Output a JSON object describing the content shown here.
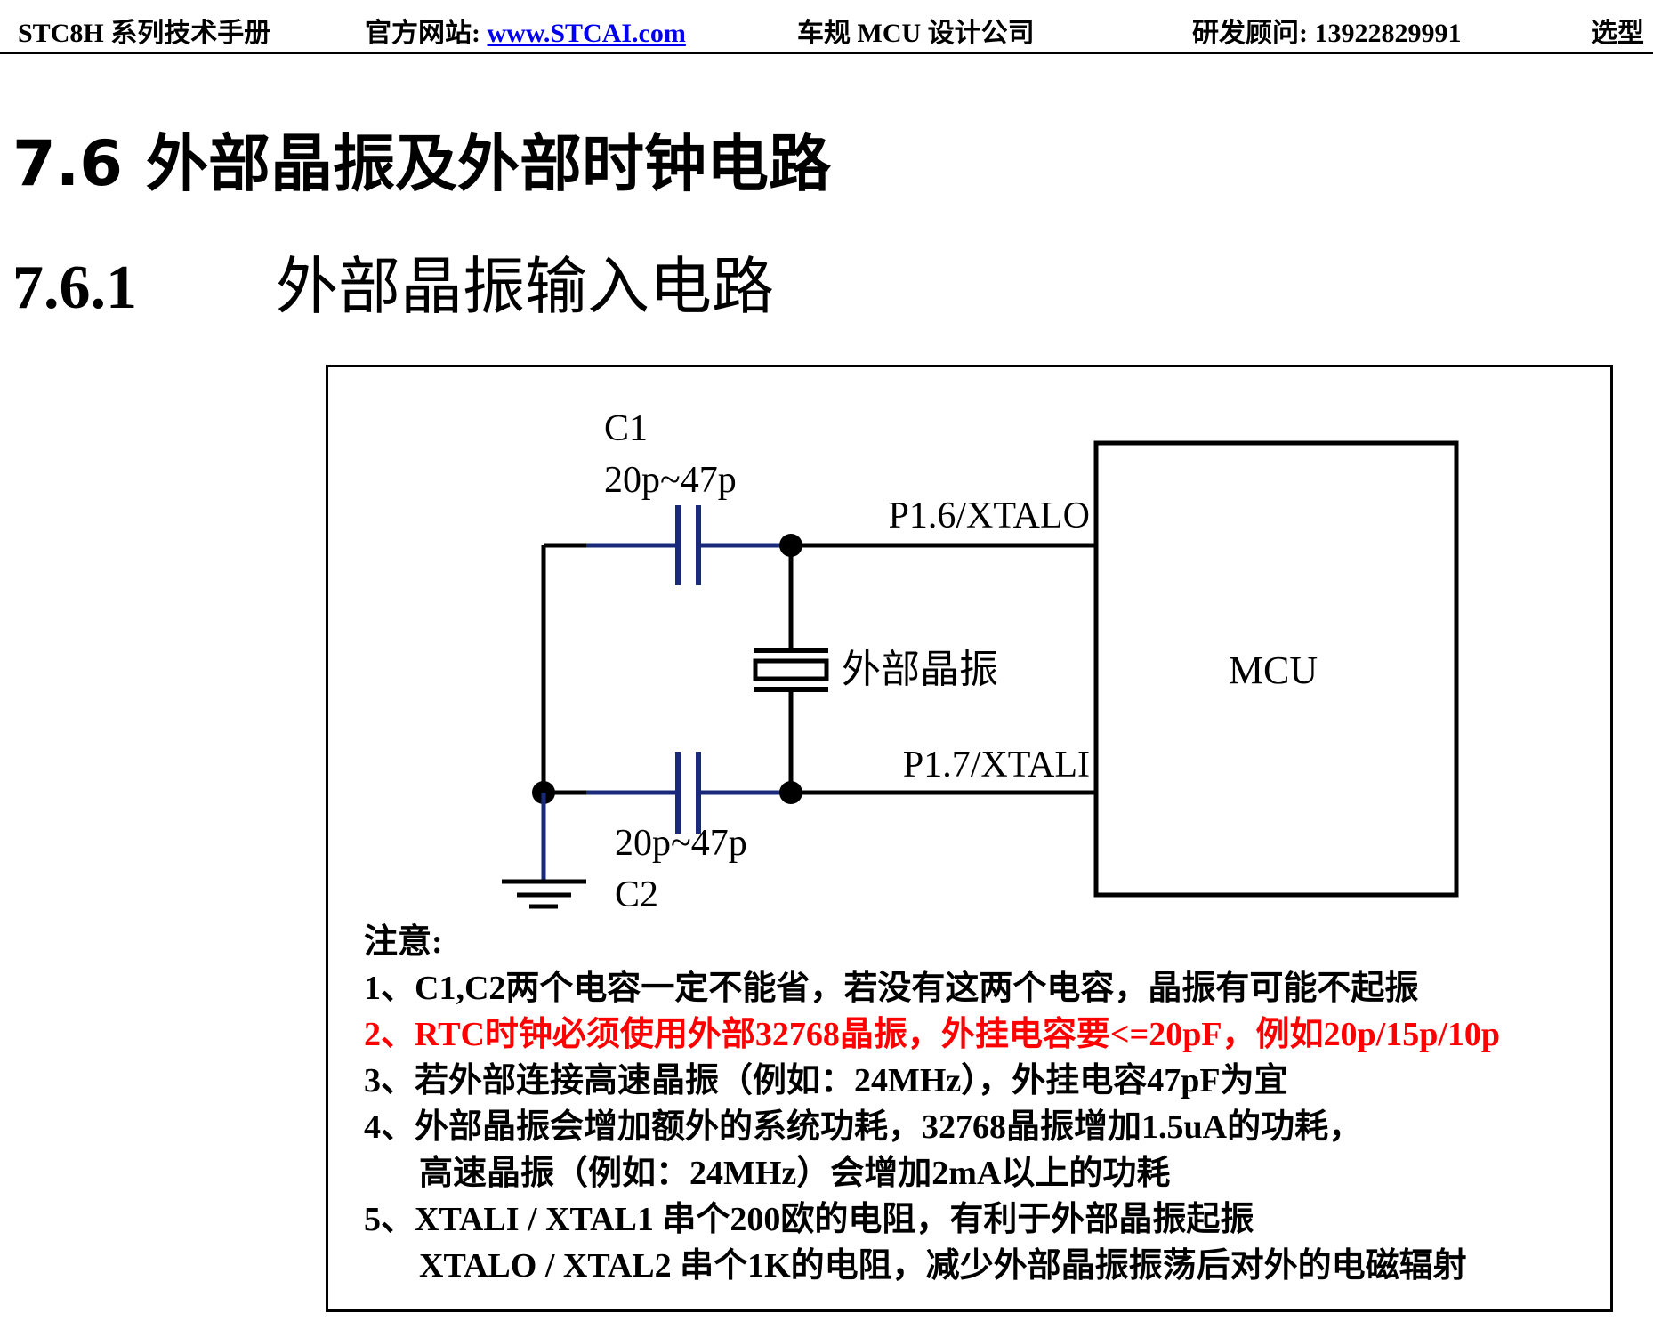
{
  "header": {
    "manual": "STC8H 系列技术手册",
    "site_label": "官方网站: ",
    "site_link": "www.STCAI.com",
    "company": "车规 MCU 设计公司",
    "consultant": "研发顾问: 13922829991",
    "select": "选型"
  },
  "section": {
    "number": "7.6",
    "title": "外部晶振及外部时钟电路"
  },
  "subsection": {
    "number": "7.6.1",
    "title": "外部晶振输入电路"
  },
  "circuit": {
    "c1_name": "C1",
    "c1_value": "20p~47p",
    "c2_value": "20p~47p",
    "c2_name": "C2",
    "xtalo_pin": "P1.6/XTALO",
    "xtali_pin": "P1.7/XTALI",
    "crystal_label": "外部晶振",
    "mcu_label": "MCU"
  },
  "notes": {
    "title": "注意:",
    "n1": "1、C1,C2两个电容一定不能省，若没有这两个电容，晶振有可能不起振",
    "n2": "2、RTC时钟必须使用外部32768晶振，外挂电容要<=20pF，例如20p/15p/10p",
    "n3": "3、若外部连接高速晶振（例如：24MHz），外挂电容47pF为宜",
    "n4a": "4、外部晶振会增加额外的系统功耗，32768晶振增加1.5uA的功耗，",
    "n4b": "高速晶振（例如：24MHz）会增加2mA以上的功耗",
    "n5a": "5、XTALI / XTAL1 串个200欧的电阻，有利于外部晶振起振",
    "n5b": "XTALO / XTAL2 串个1K的电阻，减少外部晶振振荡后对外的电磁辐射"
  },
  "colors": {
    "warning": "#ff0000",
    "link": "#0000ee",
    "wire": "#000000",
    "capacitor_lead": "#1a2a7a"
  }
}
